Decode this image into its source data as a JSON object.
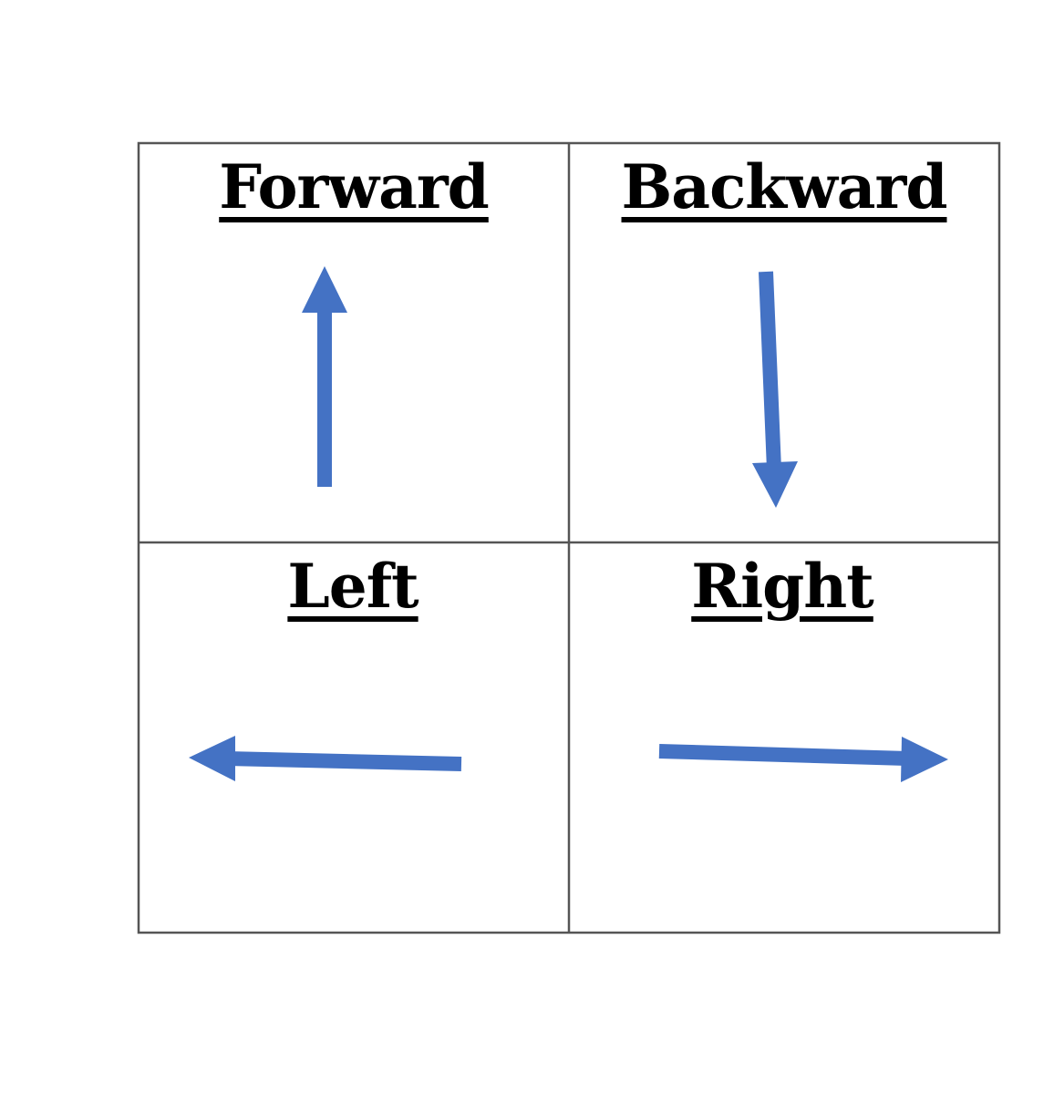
{
  "cells": [
    {
      "label": "Forward",
      "arrow": "up-arrow"
    },
    {
      "label": "Backward",
      "arrow": "down-arrow"
    },
    {
      "label": "Left",
      "arrow": "left-arrow"
    },
    {
      "label": "Right",
      "arrow": "right-arrow"
    }
  ],
  "colors": {
    "arrow": "#4472c4",
    "border": "#555555",
    "text": "#000000"
  }
}
